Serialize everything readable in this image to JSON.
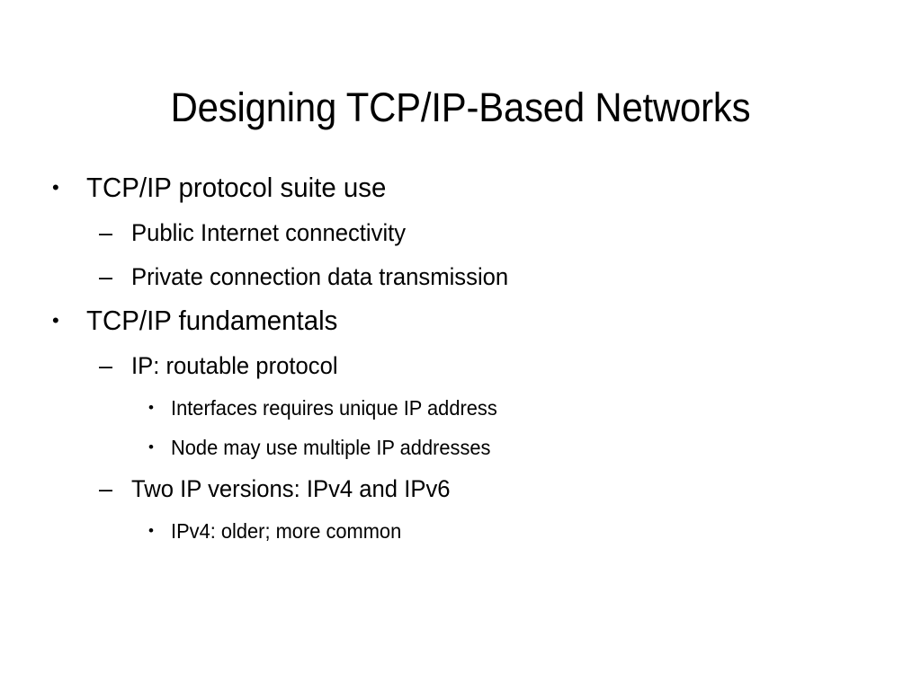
{
  "slide": {
    "title": "Designing TCP/IP-Based Networks",
    "background_color": "#FFFFFF",
    "text_color": "#000000",
    "markers": {
      "level_1": "•",
      "level_2": "–",
      "level_3": "•"
    },
    "content": [
      {
        "level": 1,
        "text": "TCP/IP protocol suite use"
      },
      {
        "level": 2,
        "text": "Public Internet connectivity"
      },
      {
        "level": 2,
        "text": "Private connection data transmission"
      },
      {
        "level": 1,
        "text": "TCP/IP fundamentals"
      },
      {
        "level": 2,
        "text": "IP: routable protocol"
      },
      {
        "level": 3,
        "text": "Interfaces requires unique IP address"
      },
      {
        "level": 3,
        "text": "Node may use multiple IP addresses"
      },
      {
        "level": 2,
        "text": "Two IP versions: IPv4 and IPv6"
      },
      {
        "level": 3,
        "text": "IPv4: older; more common"
      }
    ]
  }
}
